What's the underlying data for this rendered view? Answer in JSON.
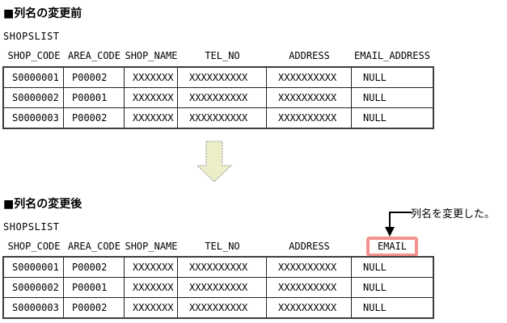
{
  "colors": {
    "background": "#ffffff",
    "text": "#000000",
    "table_outer_border": "#3d3d3d",
    "table_inner_border": "#222222",
    "highlight_box_border": "#f5928e",
    "transform_arrow_fill": "#ededc8",
    "transform_arrow_stroke": "#b5b5b5"
  },
  "sections": {
    "before": {
      "heading": "■列名の変更前",
      "table_name": "SHOPSLIST",
      "columns": [
        "SHOP_CODE",
        "AREA_CODE",
        "SHOP_NAME",
        "TEL_NO",
        "ADDRESS",
        "EMAIL_ADDRESS"
      ],
      "rows": [
        [
          "S0000001",
          "P00002",
          "XXXXXXX",
          "XXXXXXXXXX",
          "XXXXXXXXXX",
          "NULL"
        ],
        [
          "S0000002",
          "P00001",
          "XXXXXXX",
          "XXXXXXXXXX",
          "XXXXXXXXXX",
          "NULL"
        ],
        [
          "S0000003",
          "P00002",
          "XXXXXXX",
          "XXXXXXXXXX",
          "XXXXXXXXXX",
          "NULL"
        ]
      ]
    },
    "after": {
      "heading": "■列名の変更後",
      "table_name": "SHOPSLIST",
      "columns": [
        "SHOP_CODE",
        "AREA_CODE",
        "SHOP_NAME",
        "TEL_NO",
        "ADDRESS",
        "EMAIL"
      ],
      "highlighted_column": "EMAIL",
      "rows": [
        [
          "S0000001",
          "P00002",
          "XXXXXXX",
          "XXXXXXXXXX",
          "XXXXXXXXXX",
          "NULL"
        ],
        [
          "S0000002",
          "P00001",
          "XXXXXXX",
          "XXXXXXXXXX",
          "XXXXXXXXXX",
          "NULL"
        ],
        [
          "S0000003",
          "P00002",
          "XXXXXXX",
          "XXXXXXXXXX",
          "XXXXXXXXXX",
          "NULL"
        ]
      ]
    }
  },
  "annotation": {
    "label": "列名を変更した。"
  },
  "icons": {
    "transform_arrow": "down-arrow-icon",
    "callout_pointer": "arrowhead-down-icon"
  }
}
